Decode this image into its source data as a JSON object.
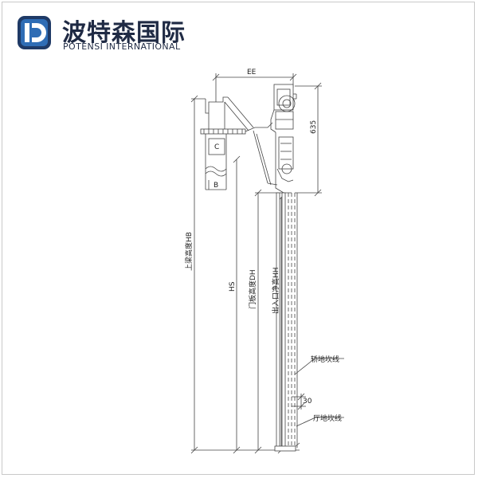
{
  "header": {
    "brand_cn": "波特森国际",
    "brand_en": "POTENSI INTERNATIONAL"
  },
  "diagram": {
    "labels": {
      "ee": "EE",
      "dim_635": "635",
      "c": "C",
      "b": "B",
      "hb": "上梁高度HB",
      "hs": "HS",
      "dh": "门板高度DH",
      "hh": "出入口净高HH",
      "car_sill": "轿地坎线",
      "dim_30": "30",
      "hall_sill": "厅地坎线"
    }
  },
  "colors": {
    "brand_navy": "#1f2a44",
    "logo_blue": "#2f6db5",
    "line": "#444444"
  }
}
